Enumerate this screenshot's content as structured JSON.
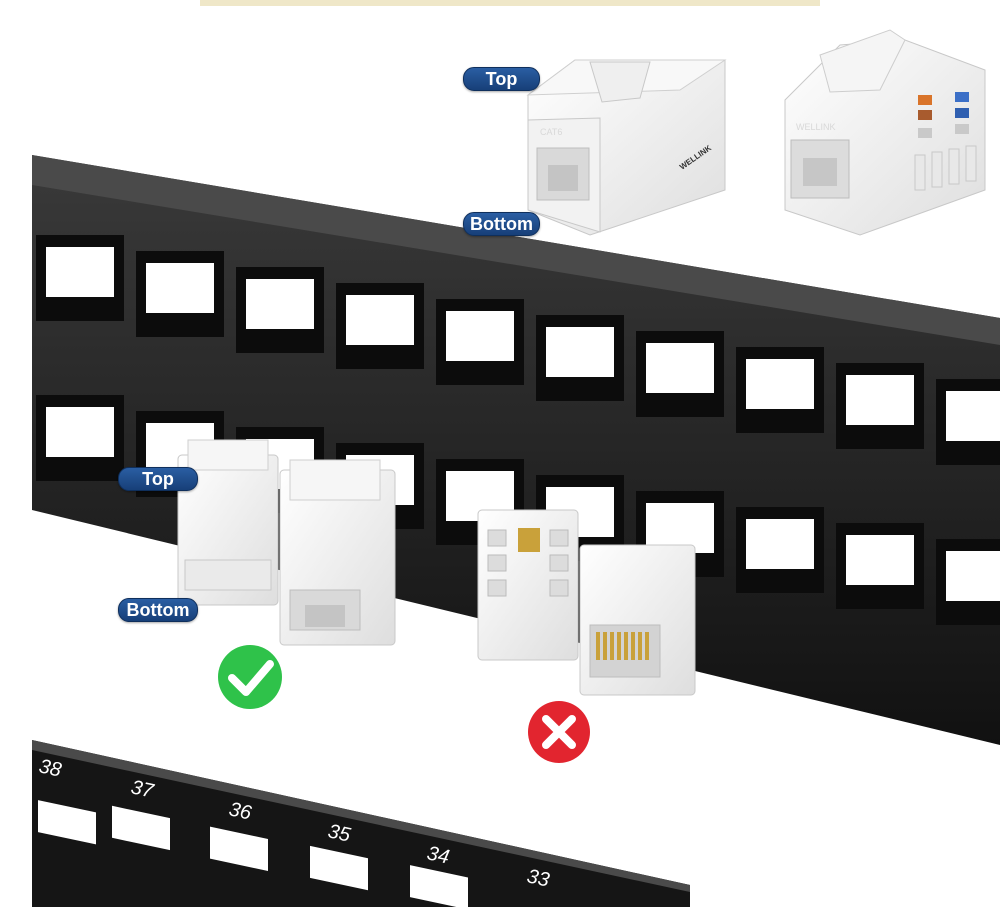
{
  "labels": {
    "top_upper": "Top",
    "bottom_upper": "Bottom",
    "top_lower": "Top",
    "bottom_lower": "Bottom"
  },
  "port_numbers": [
    "38",
    "37",
    "36",
    "35",
    "34",
    "33"
  ],
  "brand_text": "WELLINK",
  "colors": {
    "label_blue": "#1f4f8f",
    "panel_black": "#141414",
    "check_green": "#2fc24a",
    "cross_red": "#e2252f",
    "module_white": "#f4f4f4"
  },
  "indicators": {
    "correct": "check-mark",
    "incorrect": "cross-mark"
  }
}
